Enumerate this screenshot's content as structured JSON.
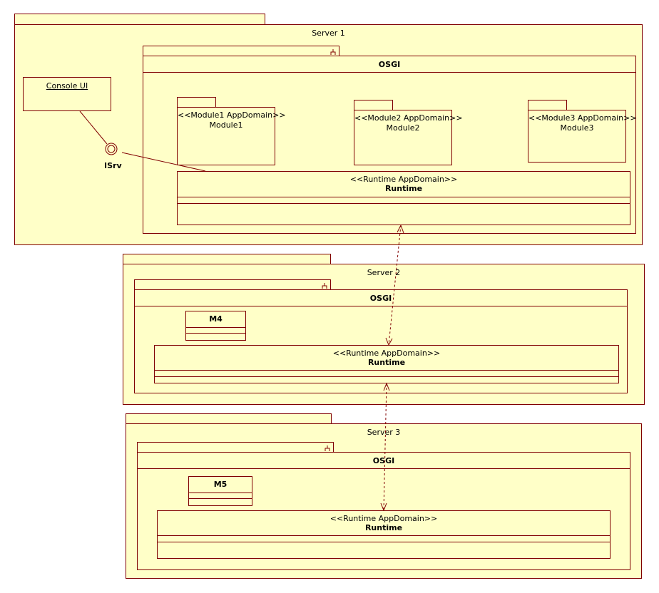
{
  "servers": [
    {
      "name": "Server 1"
    },
    {
      "name": "Server 2"
    },
    {
      "name": "Server 3"
    }
  ],
  "osgi_title": "OSGI",
  "console": {
    "label": "Console UI"
  },
  "interface": {
    "label": "ISrv"
  },
  "modules": [
    {
      "stereotype": "<<Module1 AppDomain>>",
      "name": "Module1"
    },
    {
      "stereotype": "<<Module2 AppDomain>>",
      "name": "Module2"
    },
    {
      "stereotype": "<<Module3 AppDomain>>",
      "name": "Module3"
    }
  ],
  "runtime": {
    "stereotype": "<<Runtime AppDomain>>",
    "name": "Runtime"
  },
  "classes": [
    {
      "name": "M4"
    },
    {
      "name": "M5"
    }
  ],
  "colors": {
    "fill": "#ffffc8",
    "border": "#800000"
  }
}
